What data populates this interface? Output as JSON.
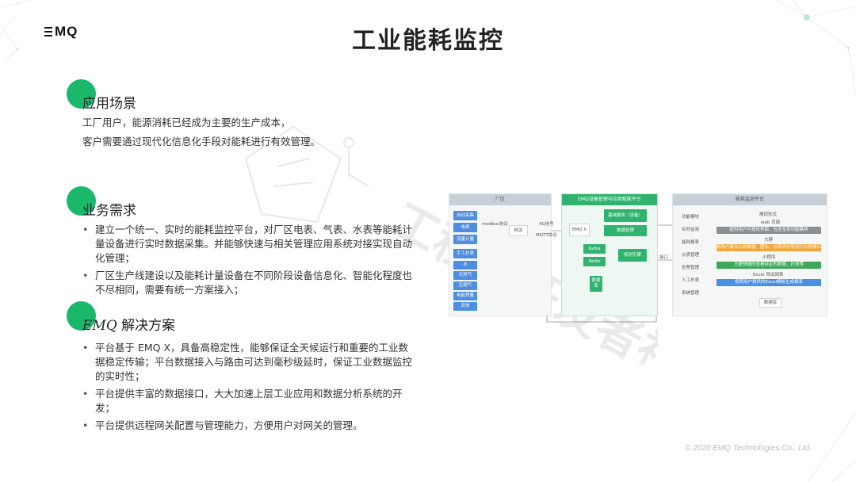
{
  "header": {
    "logo_text": "MQ",
    "title": "工业能耗监控"
  },
  "scenario": {
    "heading": "应用场景",
    "lines": [
      "工厂用户，能源消耗已经成为主要的生产成本，",
      "客户需要通过现代化信息化手段对能耗进行有效管理。"
    ]
  },
  "requirements": {
    "heading": "业务需求",
    "bullets": [
      "建立一个统一、实时的能耗监控平台，对厂区电表、气表、水表等能耗计量设备进行实时数据采集。并能够快速与相关管理应用系统对接实现自动化管理；",
      "厂区生产线建设以及能耗计量设备在不同阶段设备信息化、智能化程度也不尽相同，需要有统一方案接入；"
    ]
  },
  "solution": {
    "heading_brand": "EMQ",
    "heading_rest": " 解决方案",
    "bullets": [
      "平台基于 EMQ X，具备高稳定性，能够保证全天候运行和重要的工业数据稳定传输；平台数据接入与路由可达到毫秒级延时，保证工业数据监控的实时性；",
      "平台提供丰富的数据接口，大大加速上层工业应用和数据分析系统的开发；",
      "平台提供远程网关配置与管理能力，方便用户对网关的管理。"
    ]
  },
  "diagram": {
    "factory": {
      "title": "厂区",
      "devices": [
        "自动采集",
        "电表",
        "流量计量",
        "手工抄表",
        "水",
        "天然气",
        "压缩气",
        "电能质量",
        "其他"
      ],
      "protocol": "modbus协议",
      "gateway": "网关"
    },
    "link_labels": [
      "4G信号",
      "MQTT协议"
    ],
    "platform": {
      "title": "EMQ设备管理与应用赋能平台",
      "broker": "EMQ X",
      "kafka": "Kafka",
      "redis": "Redis",
      "db": "数据库",
      "service": "基础服务（设备）",
      "processing": "数据处理",
      "rules": "规则引擎"
    },
    "interface_label": "接口",
    "monitor": {
      "title": "能耗监测平台",
      "display_label": "展现形式",
      "functions": [
        "功能模块",
        "实时监测",
        "能耗报表",
        "仪表管理",
        "告警管理",
        "人工抄表",
        "系统管理"
      ],
      "outputs": [
        {
          "name": "web 页面",
          "desc": "提供用户可视化界面，包含全部功能模块"
        },
        {
          "name": "大屏",
          "desc": "将用户最关心的数据、图标，仪表状态等进行大屏展示"
        },
        {
          "name": "小程序",
          "desc": "方便快捷的查看特定的数据，抄表等"
        },
        {
          "name": "Excel 导出回表",
          "desc": "按照用户提供的Excel模板生成报表"
        }
      ],
      "database": "数据库"
    }
  },
  "footer": {
    "copyright": "© 2020 EMQ Technologies Co., Ltd."
  },
  "colors": {
    "accent_green": "#19b86b",
    "diagram_blue": "#4f8de0",
    "diagram_green": "#2fb36e"
  }
}
